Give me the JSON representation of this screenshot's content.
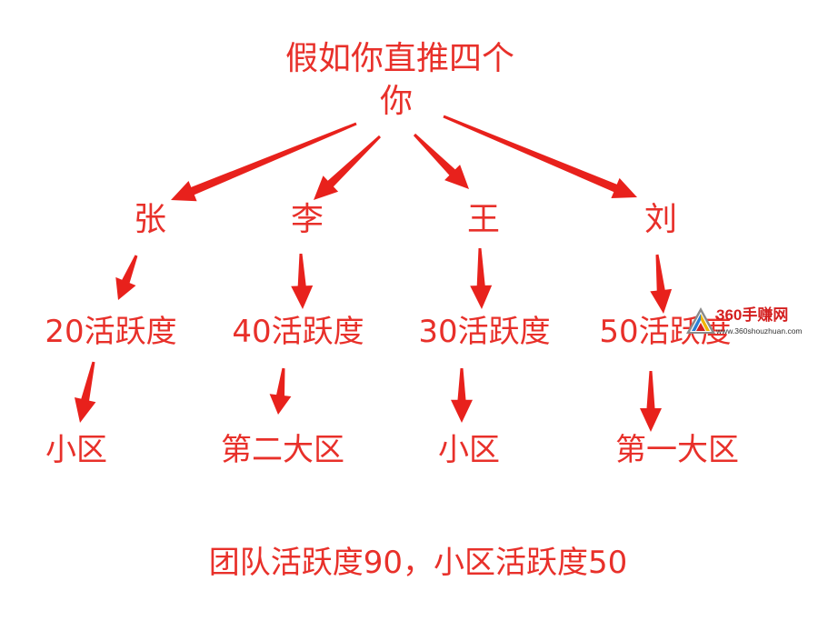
{
  "title": "假如你直推四个",
  "root": "你",
  "branches": [
    {
      "name": "张",
      "activity": "20活跃度",
      "area": "小区"
    },
    {
      "name": "李",
      "activity": "40活跃度",
      "area": "第二大区"
    },
    {
      "name": "王",
      "activity": "30活跃度",
      "area": "小区"
    },
    {
      "name": "刘",
      "activity": "50活跃度",
      "area": "第一大区"
    }
  ],
  "summary": "团队活跃度90，小区活跃度50",
  "watermark": {
    "name": "360手赚网",
    "url": "www.360shouzhuan.com"
  },
  "colors": {
    "text": "#e8302a",
    "arrow": "#e8211c"
  }
}
